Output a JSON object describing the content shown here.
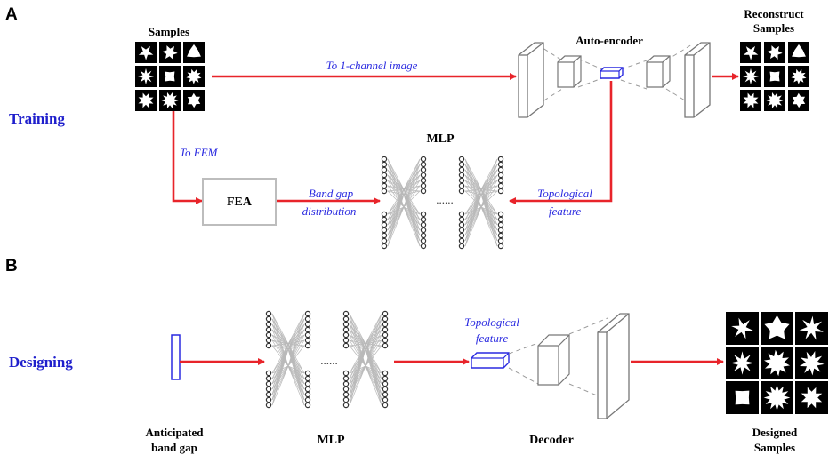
{
  "panels": {
    "a": "A",
    "b": "B"
  },
  "training": {
    "title": "Training",
    "samples_label": "Samples",
    "reconstruct_label_line1": "Reconstruct",
    "reconstruct_label_line2": "Samples",
    "autoencoder_label": "Auto-encoder",
    "edge_image": "To 1-channel image",
    "edge_fem": "To FEM",
    "fea_label": "FEA",
    "band_gap_line1": "Band gap",
    "band_gap_line2": "distribution",
    "topo_line1": "Topological",
    "topo_line2": "feature",
    "mlp_label": "MLP",
    "ellipsis": "......"
  },
  "designing": {
    "title": "Designing",
    "anticipated_line1": "Anticipated",
    "anticipated_line2": "band gap",
    "mlp_label": "MLP",
    "decoder_label": "Decoder",
    "designed_line1": "Designed",
    "designed_line2": "Samples",
    "topo_line1": "Topological",
    "topo_line2": "feature",
    "ellipsis": "......"
  },
  "colors": {
    "arrow": "#e8242a",
    "heading": "#1f1fcc",
    "annotation": "#2a2ae0",
    "feature_box": "#2a2ae0",
    "tile_bg": "#000000"
  }
}
